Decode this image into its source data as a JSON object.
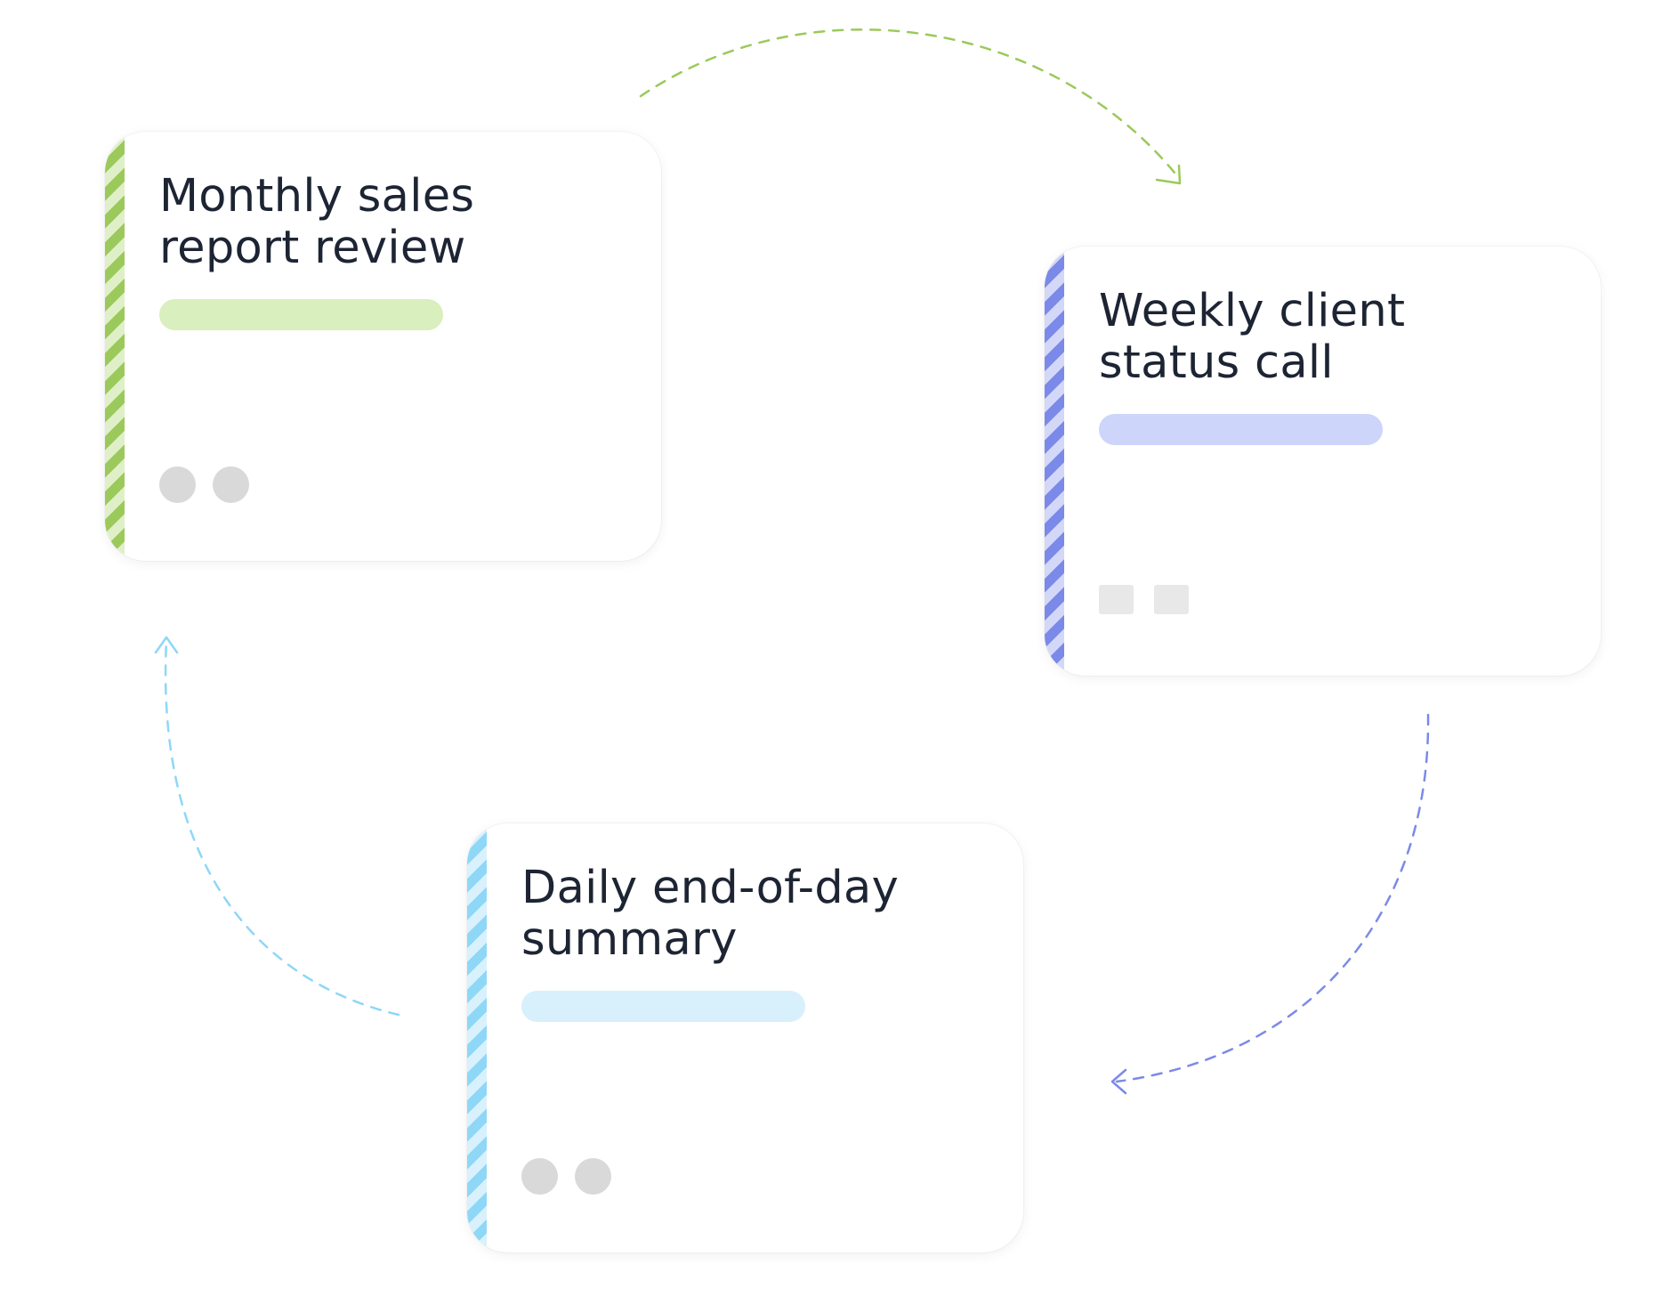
{
  "cards": [
    {
      "title": "Monthly sales report review",
      "accent": "#9cc95b",
      "accent_light": "#dff0c8",
      "bar_color": "#d9efbd",
      "markers": "round"
    },
    {
      "title": "Weekly client status call",
      "accent": "#7b8ae8",
      "accent_light": "#d3d8f8",
      "bar_color": "#cdd5fb",
      "markers": "square"
    },
    {
      "title": "Daily end-of-day summary",
      "accent": "#8ed7f7",
      "accent_light": "#d8f1fc",
      "bar_color": "#d7f0fc",
      "markers": "round"
    }
  ],
  "arrows": [
    {
      "from": "Monthly sales report review",
      "to": "Weekly client status call",
      "color": "#9cc95b",
      "style": "dashed"
    },
    {
      "from": "Weekly client status call",
      "to": "Daily end-of-day summary",
      "color": "#7b8ae8",
      "style": "dashed"
    },
    {
      "from": "Daily end-of-day summary",
      "to": "Monthly sales report review",
      "color": "#8ed7f7",
      "style": "dashed"
    }
  ]
}
